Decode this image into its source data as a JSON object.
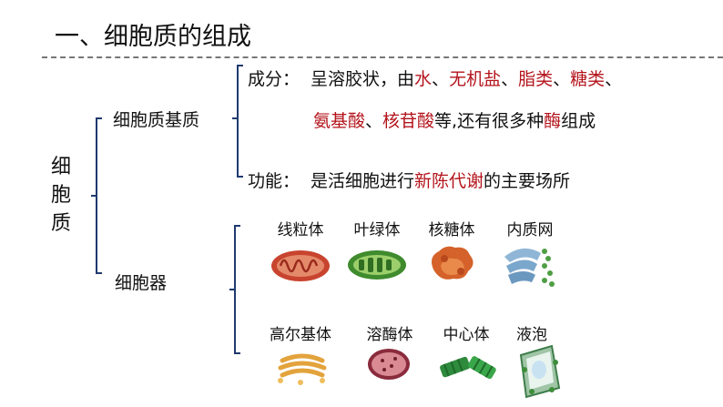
{
  "slide": {
    "title": "一、细胞质的组成"
  },
  "root": {
    "chars": [
      "细",
      "胞",
      "质"
    ]
  },
  "matrix": {
    "label": "细胞质基质",
    "composition": {
      "label": "成分：",
      "intro": "呈溶胶状，由",
      "water": "水",
      "sep1": "、",
      "salt": "无机盐",
      "sep2": "、",
      "lipid": "脂类",
      "sep3": "、",
      "sugar": "糖类",
      "sep4": "、",
      "amino": "氨基酸",
      "sep5": "、",
      "nucleotide": "核苷酸",
      "middle": "等,还有很多种",
      "enzyme": "酶",
      "end": "组成"
    },
    "function": {
      "label": "功能：",
      "intro": "是活细胞进行",
      "metabolism": "新陈代谢",
      "end": "的主要场所"
    }
  },
  "organelles": {
    "label": "细胞器",
    "row1": [
      {
        "name": "线粒体",
        "icon": "mitochondrion-icon"
      },
      {
        "name": "叶绿体",
        "icon": "chloroplast-icon"
      },
      {
        "name": "核糖体",
        "icon": "ribosome-icon"
      },
      {
        "name": "内质网",
        "icon": "endoplasmic-reticulum-icon"
      }
    ],
    "row2": [
      {
        "name": "高尔基体",
        "icon": "golgi-apparatus-icon"
      },
      {
        "name": "溶酶体",
        "icon": "lysosome-icon"
      },
      {
        "name": "中心体",
        "icon": "centrosome-icon"
      },
      {
        "name": "液泡",
        "icon": "vacuole-icon"
      }
    ]
  },
  "colors": {
    "accent_red": "#b4141c",
    "text": "#111111",
    "bracket_blue": "#1f3a6e"
  }
}
